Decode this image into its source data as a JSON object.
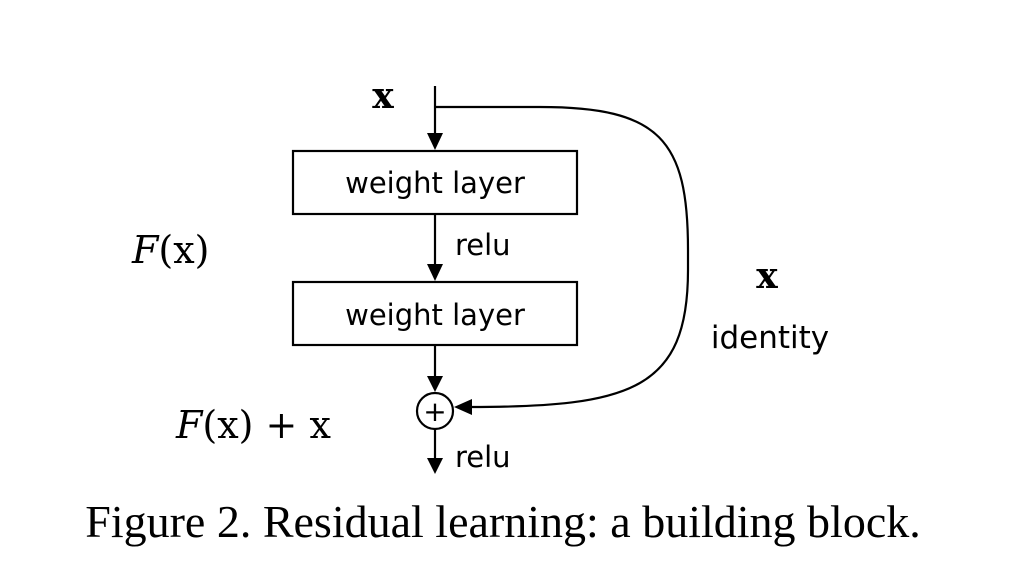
{
  "diagram": {
    "input_label": "x",
    "layers": [
      {
        "label": "weight layer"
      },
      {
        "label": "weight layer"
      }
    ],
    "activations": [
      {
        "label": "relu"
      },
      {
        "label": "relu"
      }
    ],
    "residual_label": {
      "script": "F",
      "arg": "(x)"
    },
    "sum_label": {
      "script": "F",
      "arg": "(x) + x"
    },
    "shortcut": {
      "label": "x",
      "sublabel": "identity"
    },
    "sum_symbol": "+"
  },
  "caption": "Figure 2. Residual learning: a building block."
}
